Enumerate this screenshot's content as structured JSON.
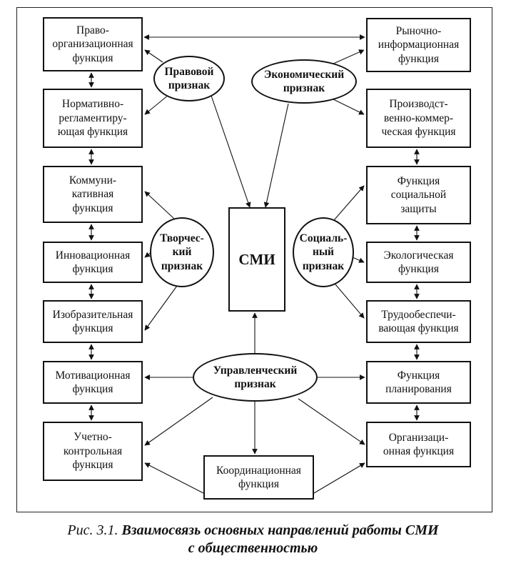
{
  "left_boxes": [
    {
      "id": "pravo",
      "label": "Право-\nорганизационная\nфункция"
    },
    {
      "id": "normativ",
      "label": "Нормативно-\nрегламентиру-\nющая функция"
    },
    {
      "id": "kommun",
      "label": "Коммуни-\nкативная\nфункция"
    },
    {
      "id": "innov",
      "label": "Инновационная\nфункция"
    },
    {
      "id": "izobr",
      "label": "Изобразительная\nфункция"
    },
    {
      "id": "motiv",
      "label": "Мотивационная\nфункция"
    },
    {
      "id": "uchet",
      "label": "Учетно-\nконтрольная\nфункция"
    }
  ],
  "right_boxes": [
    {
      "id": "rynoch",
      "label": "Рыночно-\nинформационная\nфункция"
    },
    {
      "id": "proizv",
      "label": "Производст-\nвенно-коммер-\nческая функция"
    },
    {
      "id": "socz",
      "label": "Функция\nсоциальной\nзащиты"
    },
    {
      "id": "ekol",
      "label": "Экологическая\nфункция"
    },
    {
      "id": "trud",
      "label": "Трудообеспечи-\nвающая функция"
    },
    {
      "id": "plan",
      "label": "Функция\nпланирования"
    },
    {
      "id": "org",
      "label": "Организаци-\nонная функция"
    }
  ],
  "bottom_box": {
    "id": "koord",
    "label": "Координационная\nфункция"
  },
  "ellipses": [
    {
      "id": "pravovoy",
      "label": "Правовой\nпризнак"
    },
    {
      "id": "ekonom",
      "label": "Экономический\nпризнак"
    },
    {
      "id": "tvorch",
      "label": "Творчес-\nкий\nпризнак"
    },
    {
      "id": "social",
      "label": "Социаль-\nный\nпризнак"
    },
    {
      "id": "uprav",
      "label": "Управленческий\nпризнак"
    }
  ],
  "center": {
    "label": "СМИ"
  },
  "caption": {
    "prefix": "Рис. 3.1. ",
    "title_line1": "Взаимосвязь основных направлений работы СМИ",
    "title_line2": "с общественностью"
  },
  "colors": {
    "line": "#111111",
    "background": "#ffffff"
  }
}
